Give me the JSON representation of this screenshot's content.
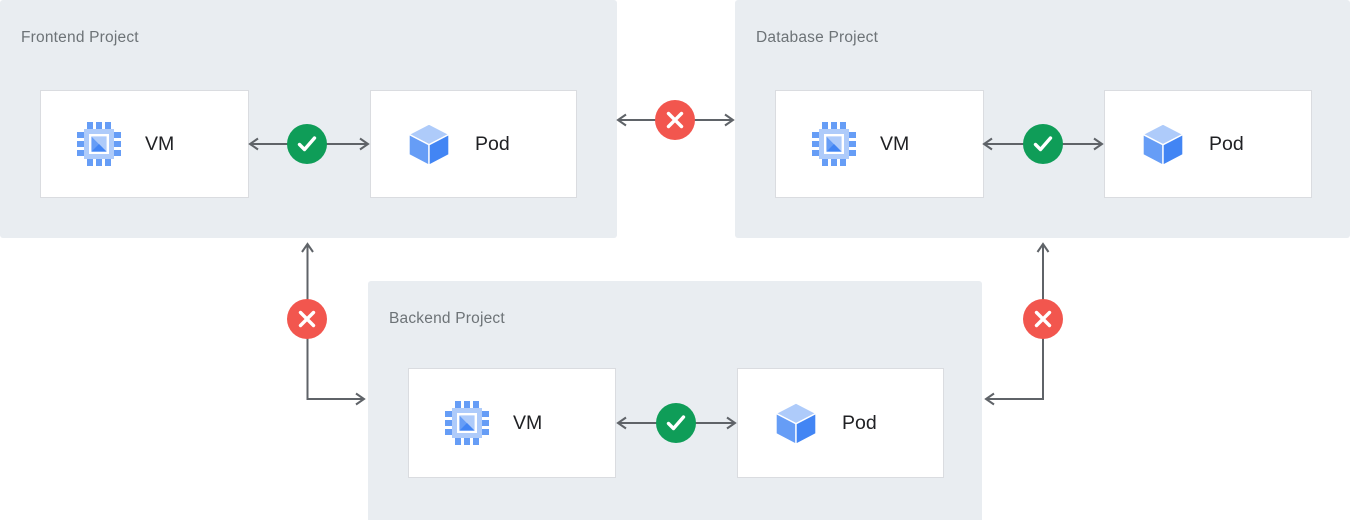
{
  "colors": {
    "panel_bg": "#e9edf1",
    "card_bg": "#ffffff",
    "card_border": "#dadce0",
    "title_text": "#6d7377",
    "label_text": "#202124",
    "arrow": "#5f6368",
    "allowed": "#0f9d58",
    "blocked": "#f2564e",
    "vm_light": "#aecbfa",
    "vm_mid": "#669df6",
    "vm_dark": "#4285f4"
  },
  "projects": [
    {
      "title": "Frontend Project",
      "vm_label": "VM",
      "pod_label": "Pod",
      "internal_connection": "allowed"
    },
    {
      "title": "Database Project",
      "vm_label": "VM",
      "pod_label": "Pod",
      "internal_connection": "allowed"
    },
    {
      "title": "Backend Project",
      "vm_label": "VM",
      "pod_label": "Pod",
      "internal_connection": "allowed"
    }
  ],
  "cross_project_connections": [
    {
      "between": [
        "Frontend Project",
        "Database Project"
      ],
      "status": "blocked"
    },
    {
      "between": [
        "Frontend Project",
        "Backend Project"
      ],
      "status": "blocked"
    },
    {
      "between": [
        "Database Project",
        "Backend Project"
      ],
      "status": "blocked"
    }
  ],
  "icons": {
    "vm": "compute-chip-icon",
    "pod": "cube-icon",
    "allowed": "check-circle-icon",
    "blocked": "x-circle-icon"
  }
}
